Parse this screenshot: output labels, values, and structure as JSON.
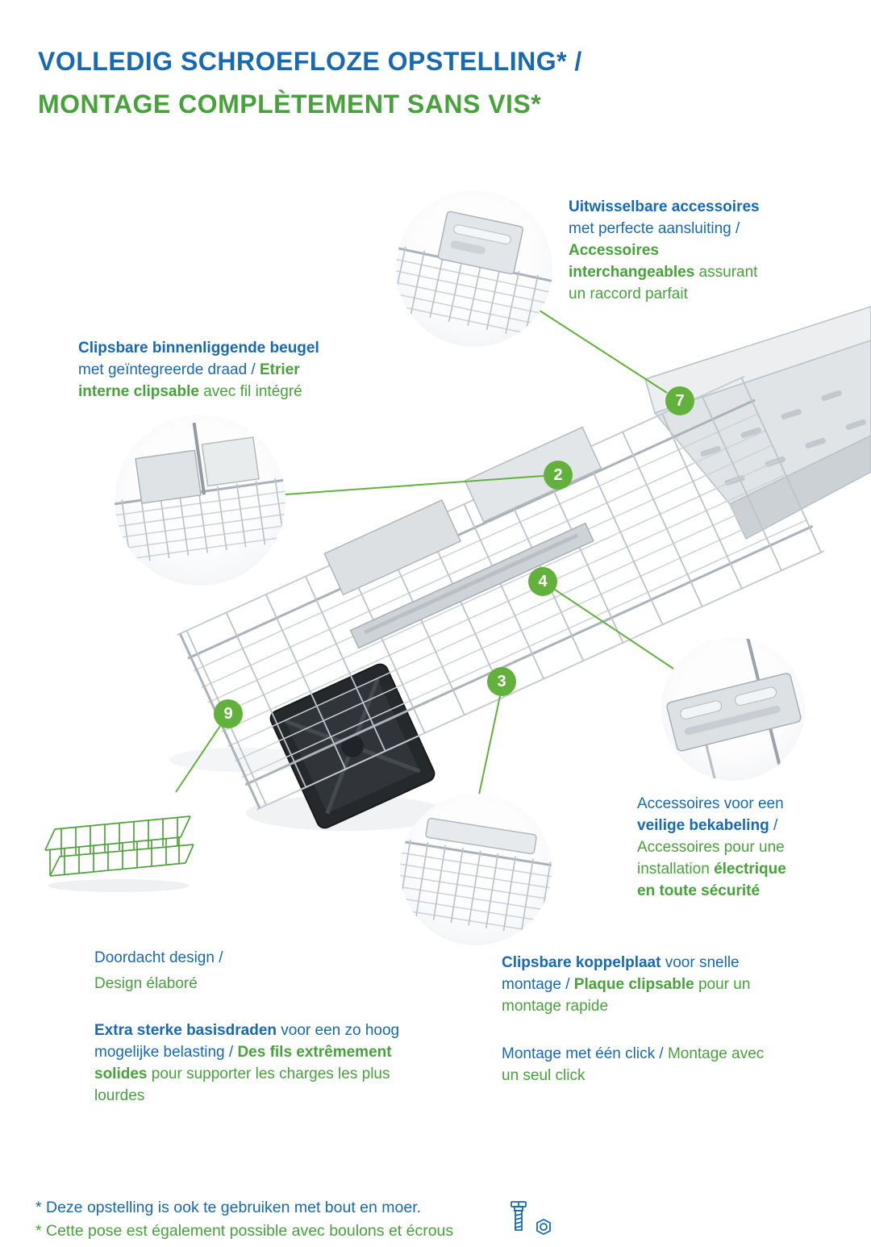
{
  "colors": {
    "blue": "#1769b4",
    "green": "#47a23b",
    "accent_green": "#63b13d"
  },
  "title": {
    "line1": "VOLLEDIG SCHROEFLOZE OPSTELLING* /",
    "line2": "MONTAGE COMPLÈTEMENT SANS VIS*"
  },
  "callouts": {
    "n2": "2",
    "n3": "3",
    "n4": "4",
    "n7": "7",
    "n9": "9"
  },
  "annotations": {
    "interchangeable": {
      "nl_bold": "Uitwisselbare accessoires",
      "nl_rest": " met perfecte aansluiting / ",
      "fr_bold": "Accessoires interchangeables",
      "fr_rest": " assurant un raccord parfait"
    },
    "bracket": {
      "nl_bold": "Clipsbare binnenliggende beugel",
      "nl_rest": " met geïntegreerde draad / ",
      "fr_bold": "Etrier interne clipsable",
      "fr_rest": " avec fil intégré"
    },
    "safety": {
      "nl_pre": "Accessoires voor een ",
      "nl_bold": "veilige bekabeling",
      "nl_sep": " / ",
      "fr_pre": "Accessoires pour une installation ",
      "fr_bold": "électrique en toute sécurité"
    },
    "design": {
      "nl": "Doordacht design /",
      "fr": "Design élaboré"
    },
    "base_wires": {
      "nl_bold": "Extra sterke basisdraden",
      "nl_rest": " voor een zo hoog mogelijke belasting / ",
      "fr_bold": "Des fils extrêmement solides",
      "fr_rest": " pour supporter les charges les plus lourdes"
    },
    "coupling_plate": {
      "nl_bold": "Clipsbare koppelplaat",
      "nl_rest": " voor snelle montage / ",
      "fr_bold": "Plaque clipsable",
      "fr_rest": " pour un montage rapide"
    },
    "one_click": {
      "nl": "Montage met één click / ",
      "fr": "Montage avec un seul click"
    }
  },
  "footnote": {
    "nl": "* Deze opstelling is ook te gebruiken met bout en moer.",
    "fr": "* Cette pose est également possible avec boulons et écrous"
  },
  "illustration": {
    "main": "wire-mesh-cable-tray-assembly-photo",
    "insets": {
      "top": "interchangeable-accessory-detail-photo",
      "left": "internal-bracket-detail-photo",
      "right": "coupling-plate-detail-photo",
      "bottom": "cabling-safety-accessory-detail-photo",
      "tray": "wire-basket-tray-photo"
    },
    "footnote_icon": "bolt-and-nut-icon"
  }
}
